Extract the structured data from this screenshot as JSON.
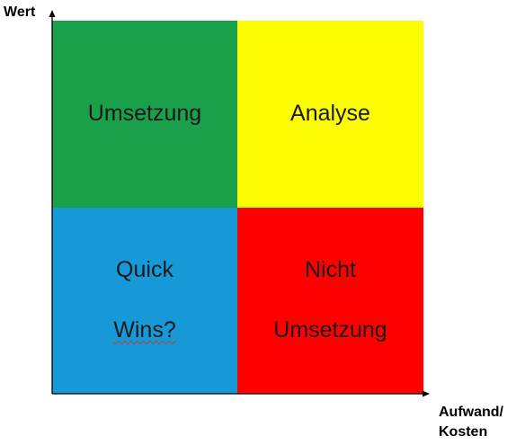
{
  "axes": {
    "y_label": "Wert",
    "x_label_line1": "Aufwand/",
    "x_label_line2": "Kosten"
  },
  "quadrants": {
    "top_left": {
      "label": "Umsetzung",
      "color": "#1aa04a"
    },
    "top_right": {
      "label": "Analyse",
      "color": "#fcfc03"
    },
    "bottom_left": {
      "line1": "Quick",
      "line2": "Wins?",
      "color": "#1699d6"
    },
    "bottom_right": {
      "line1": "Nicht",
      "line2": "Umsetzung",
      "color": "#fe0000"
    }
  }
}
